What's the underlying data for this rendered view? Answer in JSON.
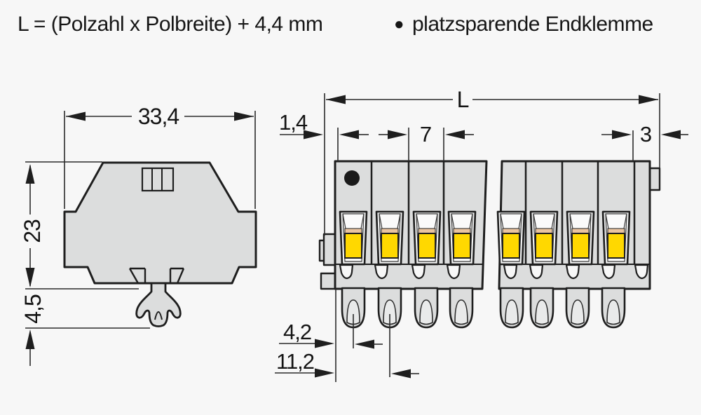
{
  "header": {
    "formula": "L = (Polzahl x Polbreite) + 4,4 mm",
    "bullet": "●",
    "legend": "platzsparende Endklemme"
  },
  "side_view": {
    "width_label": "33,4",
    "height_label": "23",
    "foot_height_label": "4,5"
  },
  "front_view": {
    "length_label": "L",
    "end_plate_label": "1,4",
    "pole_pitch_label": "7",
    "end_clamp_label": "3",
    "first_center_label": "4,2",
    "second_center_label": "11,2"
  },
  "colors": {
    "background": "#f7f7f7",
    "body_fill": "#dcdddd",
    "outline": "#1e1e1e",
    "lever_yellow": "#ffd800",
    "contact_tan": "#eac4a0",
    "funnel_white": "#f6f6f6"
  }
}
